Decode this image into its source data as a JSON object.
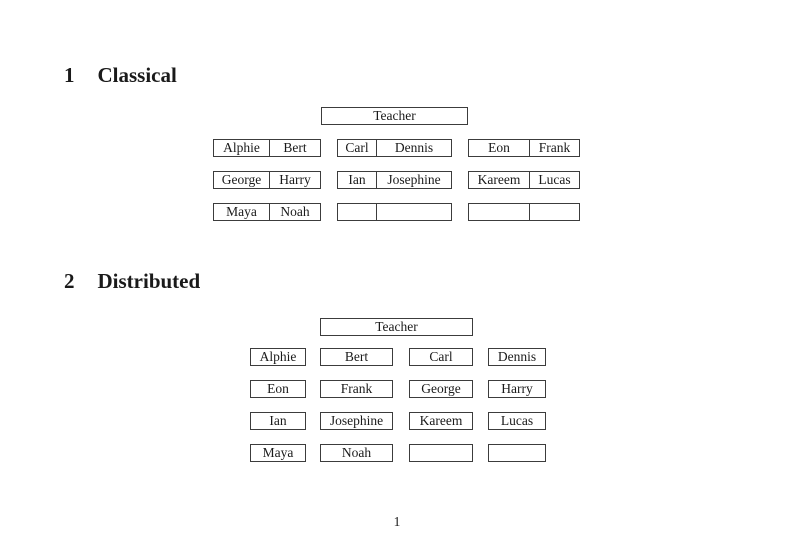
{
  "page": {
    "number": "1"
  },
  "colors": {
    "text": "#1a1a1a",
    "rule": "#3c3c3c",
    "background": "#ffffff"
  },
  "sections": [
    {
      "number": "1",
      "title": "Classical"
    },
    {
      "number": "2",
      "title": "Distributed"
    }
  ],
  "classical": {
    "teacher": "Teacher",
    "rows": [
      [
        [
          "Alphie",
          "Bert"
        ],
        [
          "Carl",
          "Dennis"
        ],
        [
          "Eon",
          "Frank"
        ]
      ],
      [
        [
          "George",
          "Harry"
        ],
        [
          "Ian",
          "Josephine"
        ],
        [
          "Kareem",
          "Lucas"
        ]
      ],
      [
        [
          "Maya",
          "Noah"
        ],
        [
          "",
          ""
        ],
        [
          "",
          ""
        ]
      ]
    ]
  },
  "distributed": {
    "teacher": "Teacher",
    "rows": [
      [
        "Alphie",
        "Bert",
        "Carl",
        "Dennis"
      ],
      [
        "Eon",
        "Frank",
        "George",
        "Harry"
      ],
      [
        "Ian",
        "Josephine",
        "Kareem",
        "Lucas"
      ],
      [
        "Maya",
        "Noah",
        "",
        ""
      ]
    ]
  }
}
